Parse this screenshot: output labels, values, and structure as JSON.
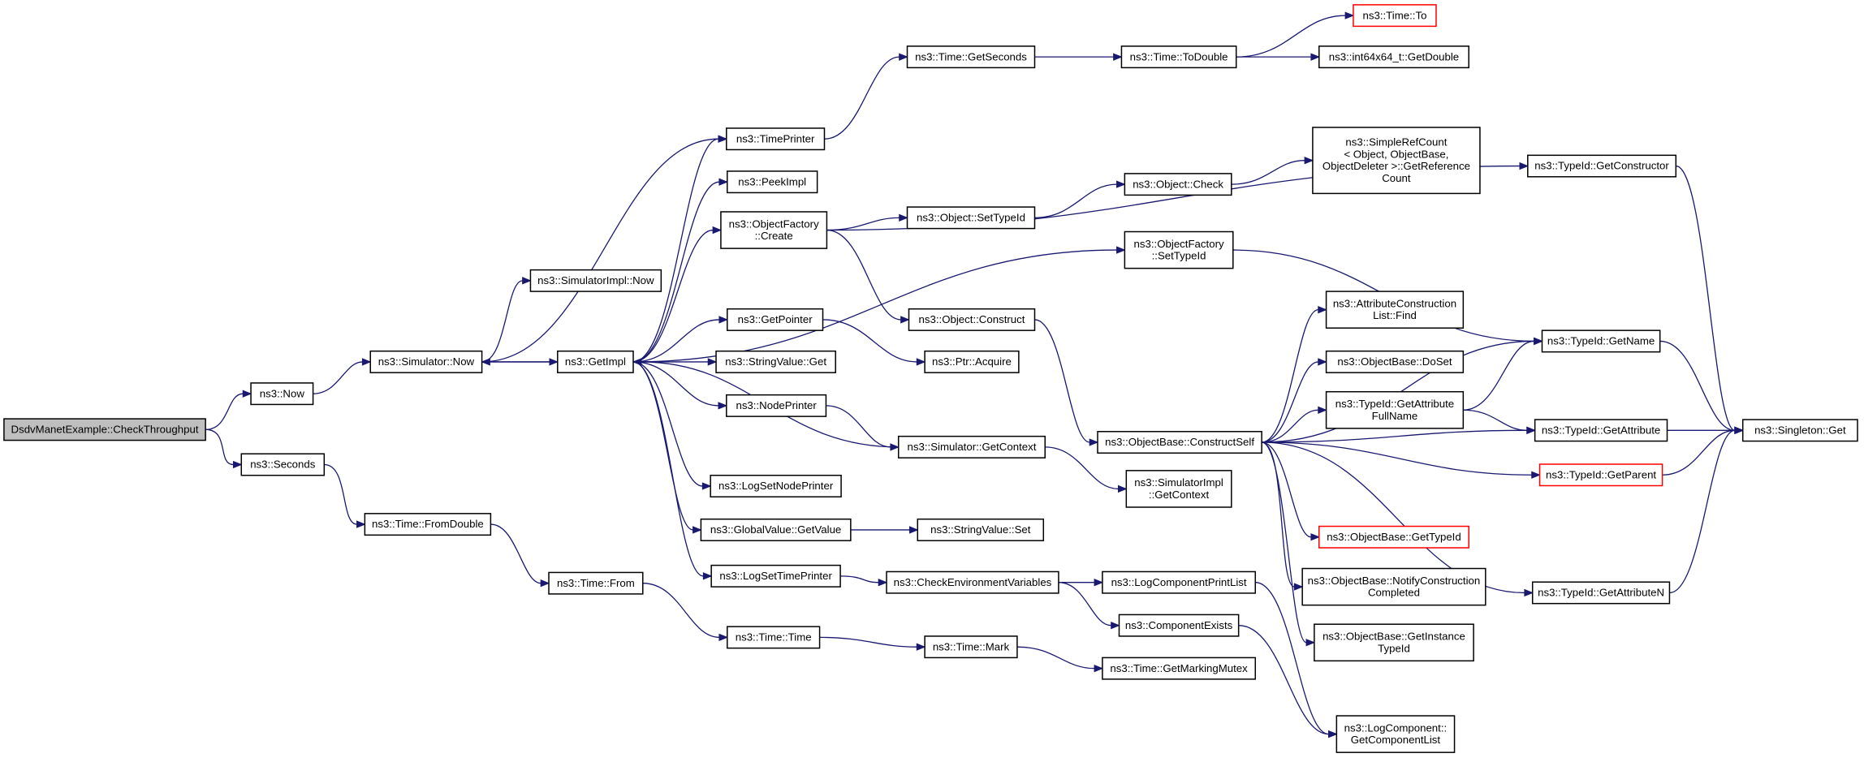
{
  "diagram": {
    "kind": "call-graph",
    "colors": {
      "edge": "#191970",
      "node_border": "#000000",
      "truncated_border": "#ff0000",
      "root_fill": "#bfbfbf",
      "node_fill": "#ffffff"
    },
    "nodes": [
      {
        "id": "root",
        "lines": [
          "DsdvManetExample::CheckThroughput"
        ],
        "style": "root"
      },
      {
        "id": "now",
        "lines": [
          "ns3::Now"
        ]
      },
      {
        "id": "seconds",
        "lines": [
          "ns3::Seconds"
        ]
      },
      {
        "id": "simnow",
        "lines": [
          "ns3::Simulator::Now"
        ]
      },
      {
        "id": "simimplnow",
        "lines": [
          "ns3::SimulatorImpl::Now"
        ]
      },
      {
        "id": "getimpl",
        "lines": [
          "ns3::GetImpl"
        ]
      },
      {
        "id": "fromdouble",
        "lines": [
          "ns3::Time::FromDouble"
        ]
      },
      {
        "id": "timefrom",
        "lines": [
          "ns3::Time::From"
        ]
      },
      {
        "id": "timetime",
        "lines": [
          "ns3::Time::Time"
        ]
      },
      {
        "id": "timemark",
        "lines": [
          "ns3::Time::Mark"
        ]
      },
      {
        "id": "markingmutex",
        "lines": [
          "ns3::Time::GetMarkingMutex"
        ]
      },
      {
        "id": "timeprinter",
        "lines": [
          "ns3::TimePrinter"
        ]
      },
      {
        "id": "peekimpl",
        "lines": [
          "ns3::PeekImpl"
        ]
      },
      {
        "id": "ofcreate",
        "lines": [
          "ns3::ObjectFactory",
          "::Create"
        ]
      },
      {
        "id": "getpointer",
        "lines": [
          "ns3::GetPointer"
        ]
      },
      {
        "id": "svget",
        "lines": [
          "ns3::StringValue::Get"
        ]
      },
      {
        "id": "nodeprinter",
        "lines": [
          "ns3::NodePrinter"
        ]
      },
      {
        "id": "logsetnodeprinter",
        "lines": [
          "ns3::LogSetNodePrinter"
        ]
      },
      {
        "id": "gvgetvalue",
        "lines": [
          "ns3::GlobalValue::GetValue"
        ]
      },
      {
        "id": "logsettimeprinter",
        "lines": [
          "ns3::LogSetTimePrinter"
        ]
      },
      {
        "id": "getseconds",
        "lines": [
          "ns3::Time::GetSeconds"
        ]
      },
      {
        "id": "todouble",
        "lines": [
          "ns3::Time::ToDouble"
        ]
      },
      {
        "id": "timeto",
        "lines": [
          "ns3::Time::To"
        ],
        "style": "trunc"
      },
      {
        "id": "int64getdouble",
        "lines": [
          "ns3::int64x64_t::GetDouble"
        ]
      },
      {
        "id": "objsettypeid",
        "lines": [
          "ns3::Object::SetTypeId"
        ]
      },
      {
        "id": "objcheck",
        "lines": [
          "ns3::Object::Check"
        ]
      },
      {
        "id": "refcount",
        "lines": [
          "ns3::SimpleRefCount",
          "< Object, ObjectBase,",
          "ObjectDeleter >::GetReference",
          "Count"
        ]
      },
      {
        "id": "objconstruct",
        "lines": [
          "ns3::Object::Construct"
        ]
      },
      {
        "id": "ptracquire",
        "lines": [
          "ns3::Ptr::Acquire"
        ]
      },
      {
        "id": "simgetcontext",
        "lines": [
          "ns3::Simulator::GetContext"
        ]
      },
      {
        "id": "svset",
        "lines": [
          "ns3::StringValue::Set"
        ]
      },
      {
        "id": "checkenv",
        "lines": [
          "ns3::CheckEnvironmentVariables"
        ]
      },
      {
        "id": "ofsettypeid",
        "lines": [
          "ns3::ObjectFactory",
          "::SetTypeId"
        ]
      },
      {
        "id": "constructself",
        "lines": [
          "ns3::ObjectBase::ConstructSelf"
        ]
      },
      {
        "id": "simimplgetcontext",
        "lines": [
          "ns3::SimulatorImpl",
          "::GetContext"
        ]
      },
      {
        "id": "logcompprintlist",
        "lines": [
          "ns3::LogComponentPrintList"
        ]
      },
      {
        "id": "compexists",
        "lines": [
          "ns3::ComponentExists"
        ]
      },
      {
        "id": "attrfind",
        "lines": [
          "ns3::AttributeConstruction",
          "List::Find"
        ]
      },
      {
        "id": "obdoset",
        "lines": [
          "ns3::ObjectBase::DoSet"
        ]
      },
      {
        "id": "tidgetattrfullname",
        "lines": [
          "ns3::TypeId::GetAttribute",
          "FullName"
        ]
      },
      {
        "id": "obgettypeid",
        "lines": [
          "ns3::ObjectBase::GetTypeId"
        ],
        "style": "trunc"
      },
      {
        "id": "obnotify",
        "lines": [
          "ns3::ObjectBase::NotifyConstruction",
          "Completed"
        ]
      },
      {
        "id": "obgetinstancetypeid",
        "lines": [
          "ns3::ObjectBase::GetInstance",
          "TypeId"
        ]
      },
      {
        "id": "logcompgetlist",
        "lines": [
          "ns3::LogComponent::",
          "GetComponentList"
        ]
      },
      {
        "id": "tidgetconstructor",
        "lines": [
          "ns3::TypeId::GetConstructor"
        ]
      },
      {
        "id": "tidgetname",
        "lines": [
          "ns3::TypeId::GetName"
        ]
      },
      {
        "id": "tidgetattribute",
        "lines": [
          "ns3::TypeId::GetAttribute"
        ]
      },
      {
        "id": "tidgetparent",
        "lines": [
          "ns3::TypeId::GetParent"
        ],
        "style": "trunc"
      },
      {
        "id": "tidgetattributen",
        "lines": [
          "ns3::TypeId::GetAttributeN"
        ]
      },
      {
        "id": "singletonget",
        "lines": [
          "ns3::Singleton::Get"
        ]
      }
    ],
    "edges": [
      [
        "root",
        "now"
      ],
      [
        "root",
        "seconds"
      ],
      [
        "now",
        "simnow"
      ],
      [
        "simnow",
        "simimplnow"
      ],
      [
        "simnow",
        "getimpl"
      ],
      [
        "simnow",
        "timeprinter"
      ],
      [
        "seconds",
        "fromdouble"
      ],
      [
        "fromdouble",
        "timefrom"
      ],
      [
        "timefrom",
        "timetime"
      ],
      [
        "timetime",
        "timemark"
      ],
      [
        "timemark",
        "markingmutex"
      ],
      [
        "getimpl",
        "timeprinter"
      ],
      [
        "getimpl",
        "peekimpl"
      ],
      [
        "getimpl",
        "ofcreate"
      ],
      [
        "getimpl",
        "getpointer"
      ],
      [
        "getimpl",
        "svget"
      ],
      [
        "getimpl",
        "nodeprinter"
      ],
      [
        "getimpl",
        "logsetnodeprinter"
      ],
      [
        "getimpl",
        "gvgetvalue"
      ],
      [
        "getimpl",
        "logsettimeprinter"
      ],
      [
        "getimpl",
        "simnow"
      ],
      [
        "getimpl",
        "ofsettypeid"
      ],
      [
        "timeprinter",
        "getseconds"
      ],
      [
        "getseconds",
        "todouble"
      ],
      [
        "todouble",
        "timeto"
      ],
      [
        "todouble",
        "int64getdouble"
      ],
      [
        "ofcreate",
        "objsettypeid"
      ],
      [
        "ofcreate",
        "objconstruct"
      ],
      [
        "ofcreate",
        "tidgetconstructor"
      ],
      [
        "objsettypeid",
        "objcheck"
      ],
      [
        "objcheck",
        "refcount"
      ],
      [
        "getpointer",
        "ptracquire"
      ],
      [
        "nodeprinter",
        "simgetcontext"
      ],
      [
        "simgetcontext",
        "getimpl"
      ],
      [
        "simgetcontext",
        "simimplgetcontext"
      ],
      [
        "gvgetvalue",
        "svset"
      ],
      [
        "logsettimeprinter",
        "checkenv"
      ],
      [
        "checkenv",
        "logcompprintlist"
      ],
      [
        "checkenv",
        "compexists"
      ],
      [
        "logcompprintlist",
        "logcompgetlist"
      ],
      [
        "compexists",
        "logcompgetlist"
      ],
      [
        "objconstruct",
        "constructself"
      ],
      [
        "ofsettypeid",
        "tidgetname"
      ],
      [
        "constructself",
        "attrfind"
      ],
      [
        "constructself",
        "obdoset"
      ],
      [
        "constructself",
        "tidgetattrfullname"
      ],
      [
        "constructself",
        "tidgetattribute"
      ],
      [
        "constructself",
        "tidgetparent"
      ],
      [
        "constructself",
        "obgettypeid"
      ],
      [
        "constructself",
        "obnotify"
      ],
      [
        "constructself",
        "obgetinstancetypeid"
      ],
      [
        "constructself",
        "tidgetname"
      ],
      [
        "constructself",
        "tidgetattributen"
      ],
      [
        "tidgetattrfullname",
        "tidgetname"
      ],
      [
        "tidgetattrfullname",
        "tidgetattribute"
      ],
      [
        "tidgetconstructor",
        "singletonget"
      ],
      [
        "tidgetname",
        "singletonget"
      ],
      [
        "tidgetattribute",
        "singletonget"
      ],
      [
        "tidgetparent",
        "singletonget"
      ],
      [
        "tidgetattributen",
        "singletonget"
      ]
    ]
  }
}
